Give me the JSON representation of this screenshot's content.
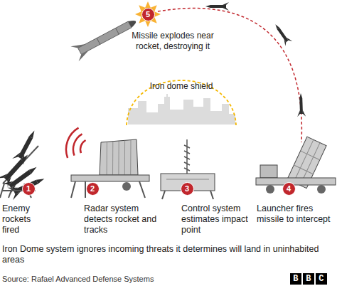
{
  "diagram": {
    "nodes": [
      {
        "text": [
          "5"
        ]
      },
      {
        "text": [
          "1"
        ]
      },
      {
        "text": [
          "2"
        ]
      },
      {
        "text": [
          "3"
        ]
      },
      {
        "text": [
          "4"
        ]
      }
    ],
    "labels": [
      "Missile explodes near rocket, destroying it",
      "Iron dome shield",
      "Enemy rockets fired",
      "Radar system detects rocket and tracks",
      "Control system estimates impact point",
      "Launcher fires missile to intercept",
      "Iron Dome system ignores incoming threats it determines will land in uninhabited areas",
      "Source: Rafael Advanced Defense Systems",
      "BBC"
    ]
  }
}
